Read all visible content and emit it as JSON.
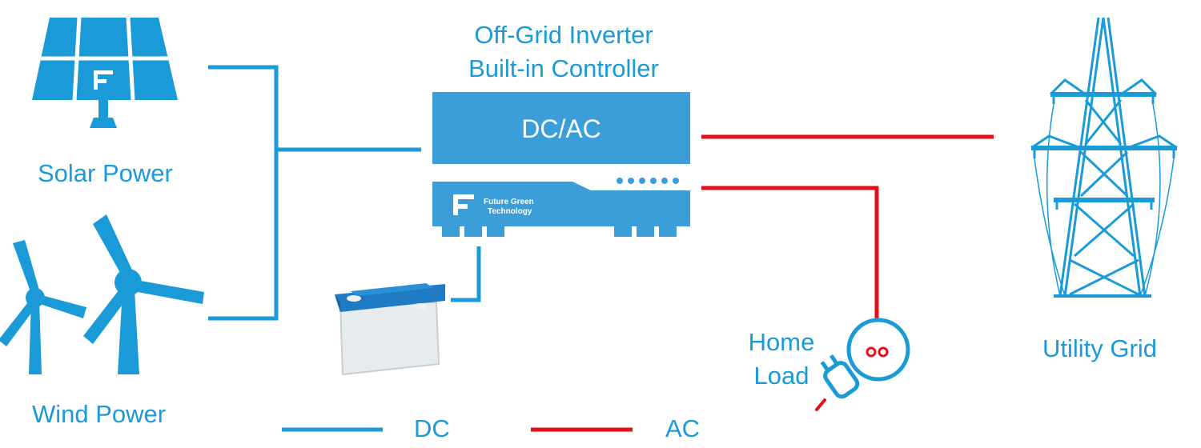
{
  "colors": {
    "dc": "#1a9ad6",
    "ac": "#e3101a",
    "box": "#3b9ed8",
    "text_blue": "#1a9ad6"
  },
  "sources": {
    "solar": "Solar Power",
    "wind": "Wind Power"
  },
  "inverter": {
    "title_line1": "Off-Grid Inverter",
    "title_line2": "Built-in Controller",
    "block_label": "DC/AC",
    "brand_line1": "Future Green",
    "brand_line2": "Technology"
  },
  "loads": {
    "home_line1": "Home",
    "home_line2": "Load",
    "grid": "Utility Grid"
  },
  "legend": {
    "dc": "DC",
    "ac": "AC"
  },
  "icons": [
    "solar-panel-icon",
    "wind-turbine-icon",
    "battery-icon",
    "plug-icon",
    "transmission-tower-icon",
    "brand-logo-icon"
  ]
}
